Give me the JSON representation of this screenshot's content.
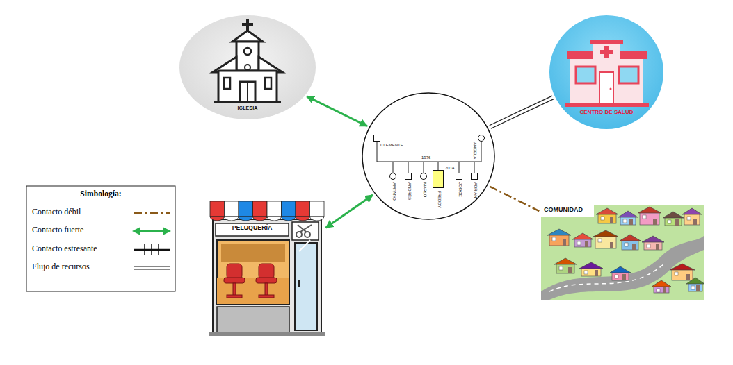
{
  "diagram": {
    "nodes": [
      {
        "text": [
          "IGLESIA"
        ]
      },
      {
        "text": [
          "CENTRO DE SALUD"
        ]
      },
      {
        "text": [
          "1976",
          "2014"
        ]
      },
      {
        "text": [
          "CLEMENTE"
        ],
        "in": 2
      },
      {
        "text": [
          "ANGELA"
        ],
        "in": 2
      },
      {
        "text": [
          "AMPARO"
        ],
        "in": 2
      },
      {
        "text": [
          "ANDRÉS"
        ],
        "in": 2
      },
      {
        "text": [
          "MARLÚ"
        ],
        "in": 2
      },
      {
        "text": [
          "FREDDY"
        ],
        "in": 2
      },
      {
        "text": [
          "JORGE"
        ],
        "in": 2
      },
      {
        "text": [
          "ADRIÁN"
        ],
        "in": 2
      },
      {
        "text": [
          "PELUQUERÍA"
        ]
      },
      {
        "text": [
          "COMUNIDAD"
        ]
      }
    ],
    "edges": [
      {
        "from": 0,
        "to": 2,
        "arrow": "both"
      },
      {
        "from": 2,
        "to": 1,
        "arrow": "none"
      },
      {
        "from": 11,
        "to": 2,
        "arrow": "both"
      },
      {
        "from": 2,
        "to": 12,
        "arrow": "none"
      }
    ],
    "labels": [
      "Simbología:"
    ],
    "legend": [
      {
        "text": "Contacto débil"
      },
      {
        "text": "Contacto fuerte"
      },
      {
        "text": "Contacto estresante"
      },
      {
        "text": "Flujo de recursos"
      }
    ]
  }
}
